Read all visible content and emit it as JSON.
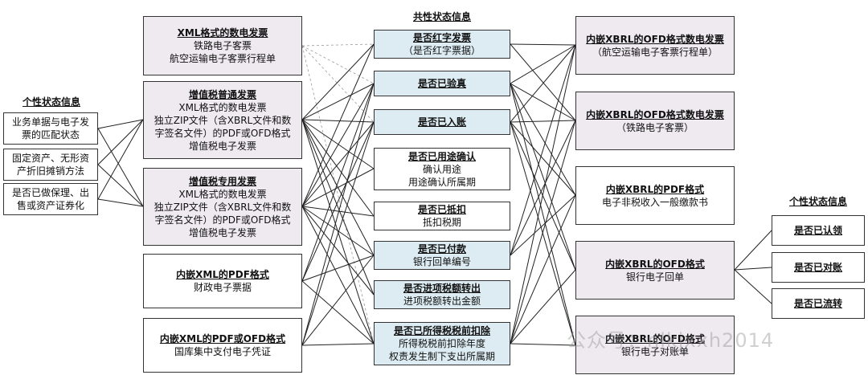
{
  "headers": {
    "left": "个性状态信息",
    "middle": "共性状态信息",
    "right": "个性状态信息"
  },
  "left_boxes": [
    [
      "业务单据与电子发",
      "票的匹配状态"
    ],
    [
      "固定资产、无形资",
      "产折旧摊销方法"
    ],
    [
      "是否已做保理、出",
      "售或资产证券化"
    ]
  ],
  "invoice_boxes": [
    {
      "title": "XML格式的数电发票",
      "lines": [
        "铁路电子客票",
        "航空运输电子客票行程单"
      ]
    },
    {
      "title": "增值税普通发票",
      "lines": [
        "XML格式的数电发票",
        "独立ZIP文件（含XBRL文件和数",
        "字签名文件）的PDF或OFD格式",
        "增值税电子发票"
      ]
    },
    {
      "title": "增值税专用发票",
      "lines": [
        "XML格式的数电发票",
        "独立ZIP文件（含XBRL文件和数",
        "字签名文件）的PDF或OFD格式",
        "增值税电子发票"
      ]
    },
    {
      "title": "内嵌XML的PDF格式",
      "lines": [
        "财政电子票据"
      ]
    },
    {
      "title": "内嵌XML的PDF或OFD格式",
      "lines": [
        "国库集中支付电子凭证"
      ]
    }
  ],
  "common_boxes": [
    {
      "title": "是否红字发票",
      "lines": [
        "（是否红字票据）"
      ]
    },
    {
      "title": "是否已验真",
      "lines": []
    },
    {
      "title": "是否已入账",
      "lines": []
    },
    {
      "title": "是否已用途确认",
      "lines": [
        "确认用途",
        "用途确认所属期"
      ]
    },
    {
      "title": "是否已抵扣",
      "lines": [
        "抵扣税期"
      ]
    },
    {
      "title": "是否已付款",
      "lines": [
        "银行回单编号"
      ]
    },
    {
      "title": "是否进项税额转出",
      "lines": [
        "进项税额转出金额"
      ]
    },
    {
      "title": "是否已所得税税前扣除",
      "lines": [
        "所得税税前扣除年度",
        "权责发生制下支出所属期"
      ]
    }
  ],
  "right_boxes": [
    {
      "title": "内嵌XBRL的OFD格式数电发票",
      "lines": [
        "（航空运输电子客票行程单）"
      ]
    },
    {
      "title": "内嵌XBRL的OFD格式数电发票",
      "lines": [
        "（铁路电子客票）"
      ]
    },
    {
      "title": "内嵌XBRL的PDF格式",
      "lines": [
        "电子非税收入一般缴款书"
      ]
    },
    {
      "title": "内嵌XBRL的OFD格式",
      "lines": [
        "银行电子回单"
      ]
    },
    {
      "title": "内嵌XBRL的OFD格式",
      "lines": [
        "银行电子对账单"
      ]
    }
  ],
  "status_boxes": [
    "是否已认领",
    "是否已对账",
    "是否已流转"
  ],
  "watermark": "公众号：nlkjxxh2014"
}
